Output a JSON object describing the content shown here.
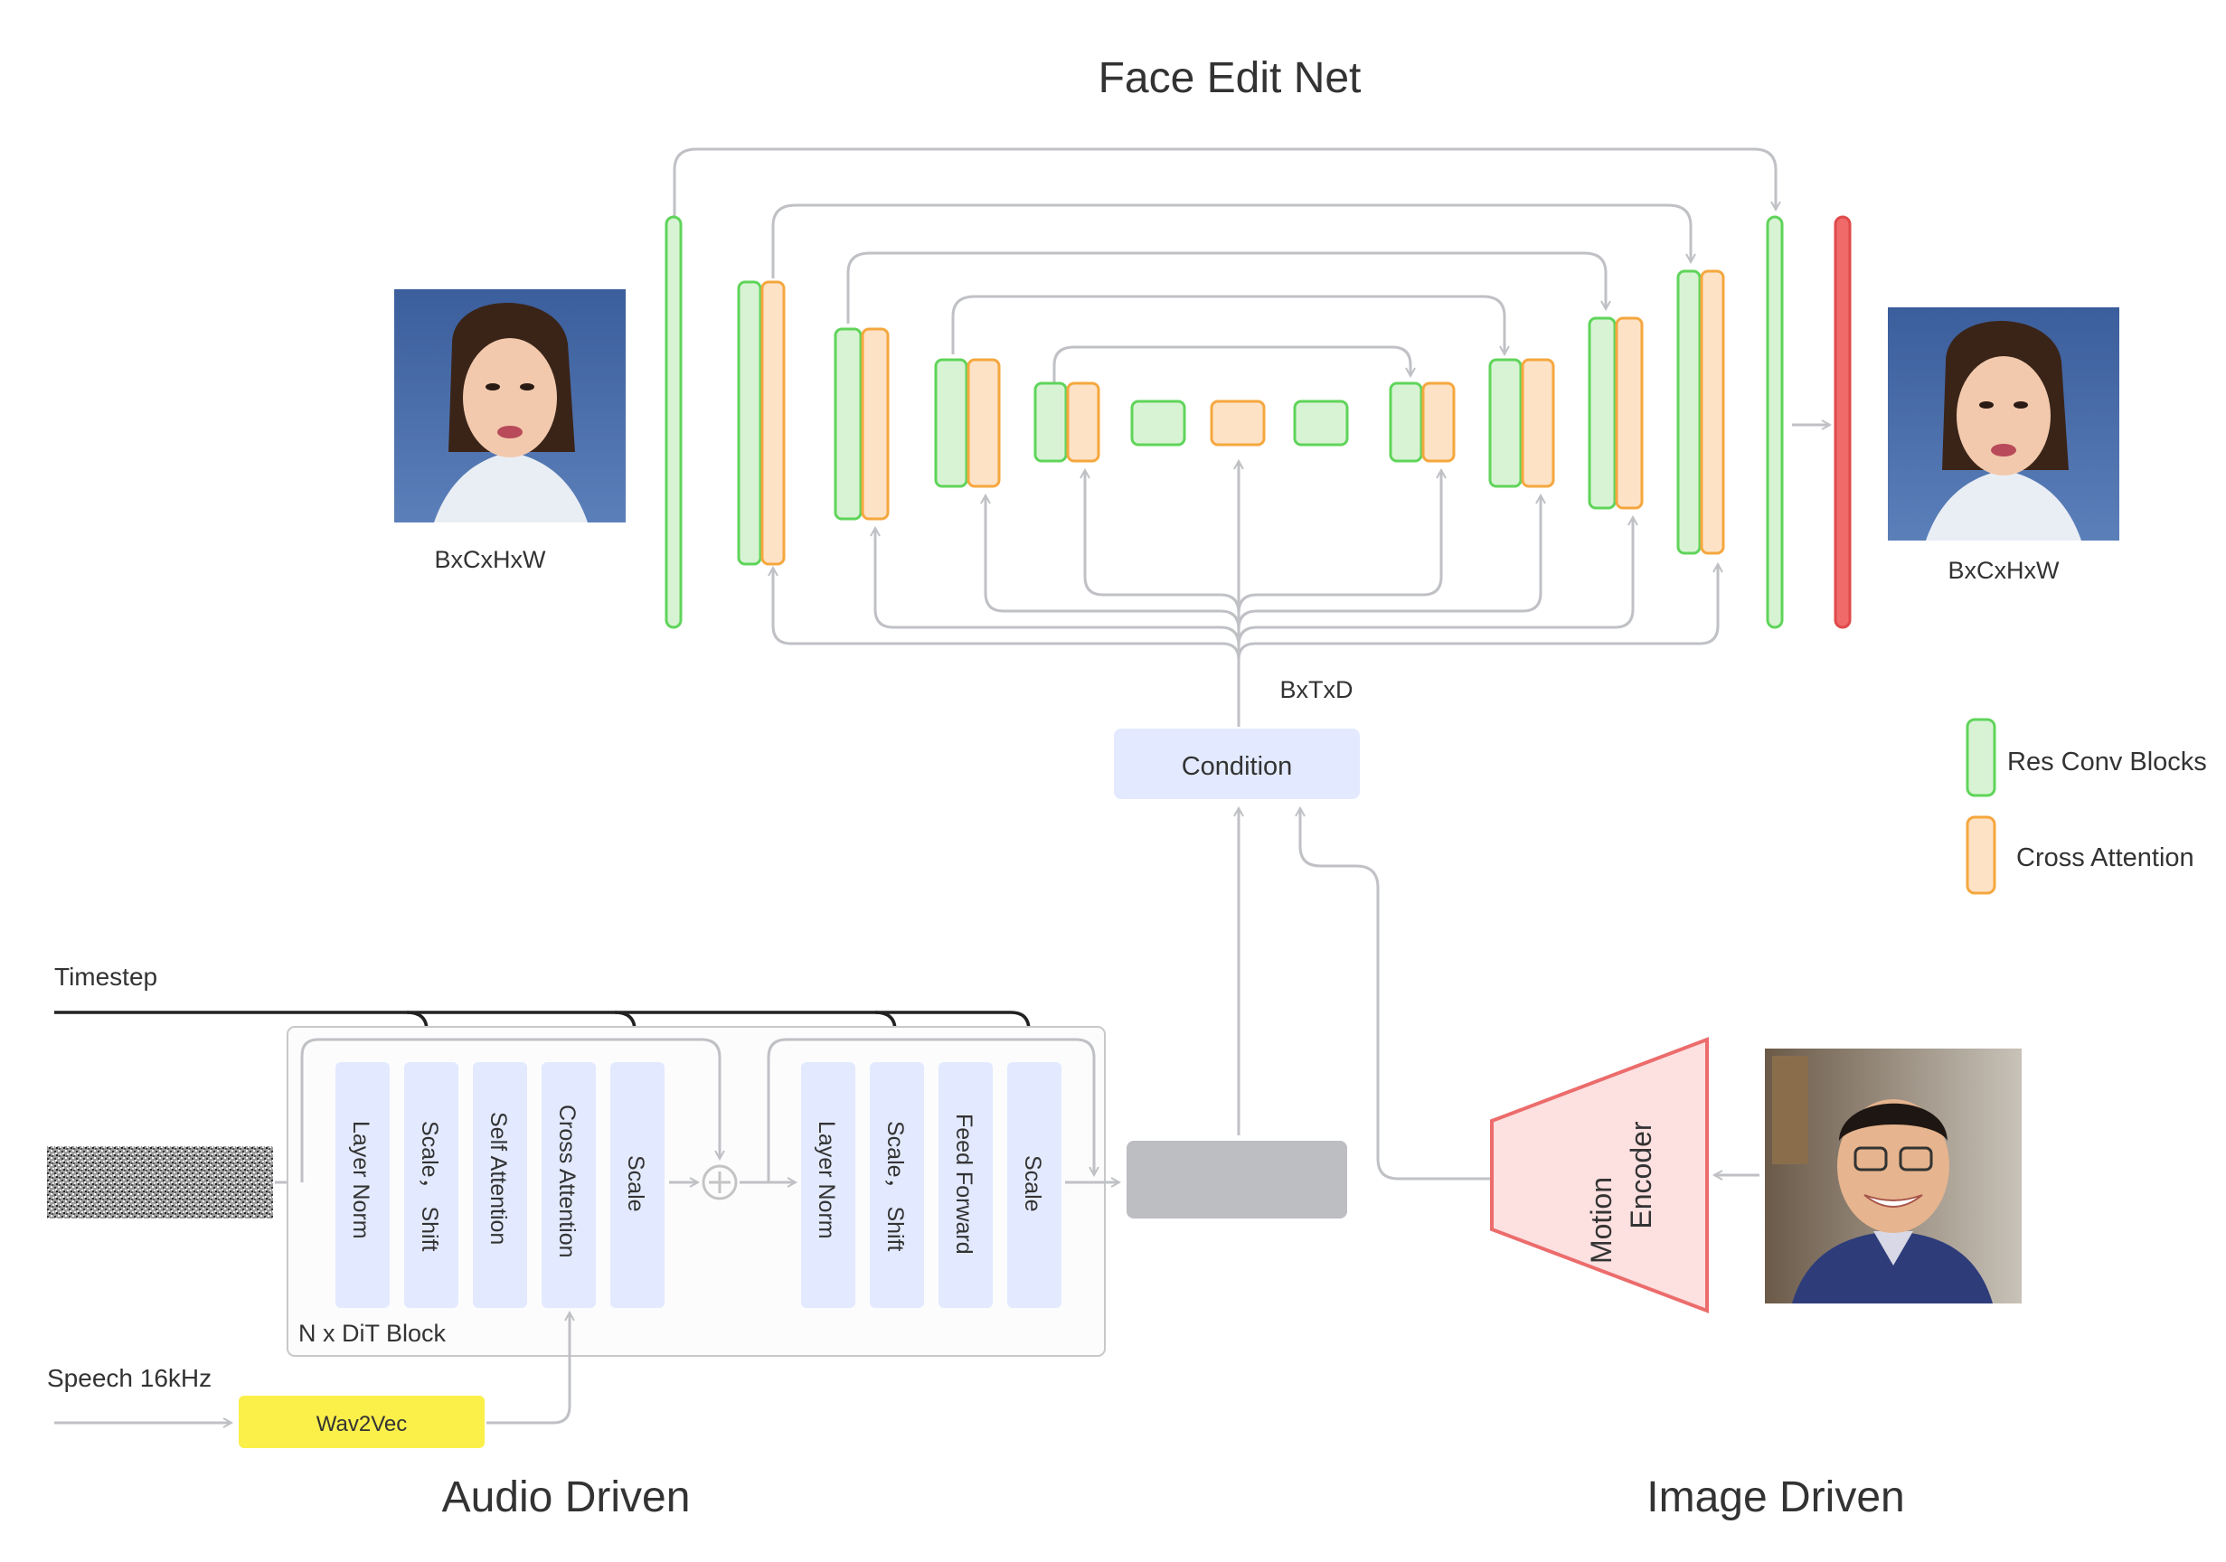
{
  "title": "Face Edit Net",
  "input_image_label": "BxCxHxW",
  "output_image_label": "BxCxHxW",
  "condition_dim_label": "BxTxD",
  "condition_label": "Condition",
  "legend": {
    "res_conv": "Res Conv Blocks",
    "cross_attention": "Cross Attention"
  },
  "timestep_label": "Timestep",
  "speech_label": "Speech 16kHz",
  "wav2vec_label": "Wav2Vec",
  "dit_block_label": "N x  DiT Block",
  "dit_block_1": [
    "Layer Norm",
    "Scale， Shift",
    "Self Attention",
    "Cross Attention",
    "Scale"
  ],
  "dit_block_2": [
    "Layer Norm",
    "Scale， Shift",
    "Feed Forward",
    "Scale"
  ],
  "motion_encoder_label": [
    "Motion",
    "Encoder"
  ],
  "audio_section": "Audio Driven",
  "image_section": "Image Driven",
  "colors": {
    "green_fill": "#d8f3d4",
    "green_stroke": "#5fd45a",
    "orange_fill": "#fde2c6",
    "orange_stroke": "#f5a73e",
    "red_bar": "#f06a6a",
    "dit_block_fill": "#e3eaff",
    "condition_fill": "#e3eaff",
    "wav2vec_fill": "#fbef4a",
    "motion_encoder_fill": "#fde0e0",
    "motion_encoder_stroke": "#ec6c6c",
    "arrow_gray": "#bfc1c5",
    "timestep_line": "#222222"
  }
}
